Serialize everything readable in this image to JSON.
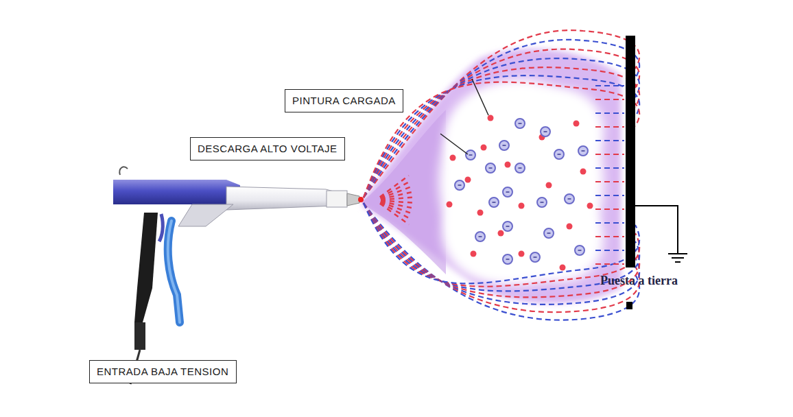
{
  "diagram": {
    "nodes": [
      {
        "text": [
          "PINTURA CARGADA"
        ]
      },
      {
        "text": [
          "DESCARGA ALTO VOLTAJE"
        ]
      },
      {
        "text": [
          "ENTRADA BAJA TENSION"
        ]
      }
    ],
    "labels": [
      "Puesta a tierra"
    ]
  }
}
